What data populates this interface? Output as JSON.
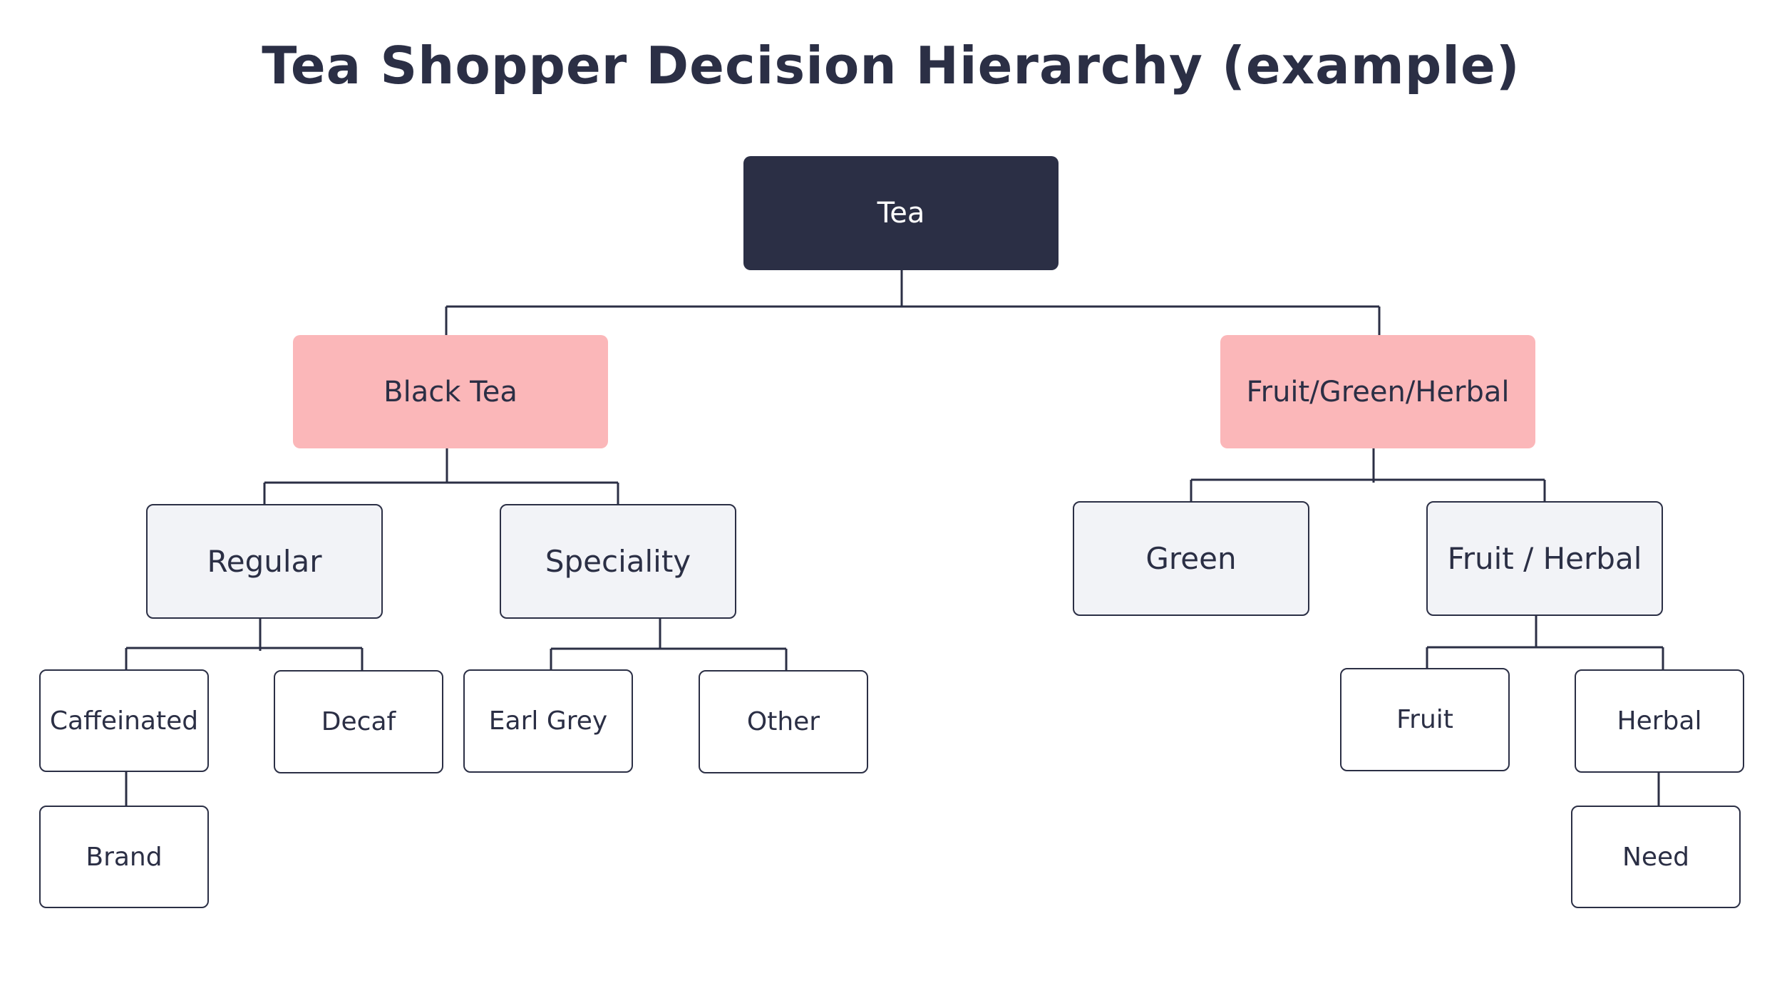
{
  "title": "Tea Shopper Decision Hierarchy (example)",
  "colors": {
    "root_fill": "#2b2f45",
    "level1_fill": "#fbb7b9",
    "level2_fill": "#f2f3f7",
    "leaf_fill": "#ffffff",
    "line": "#2b2f45"
  },
  "tree": {
    "root": "Tea",
    "black_tea": {
      "label": "Black Tea",
      "regular": {
        "label": "Regular",
        "caffeinated": "Caffeinated",
        "decaf": "Decaf",
        "brand": "Brand"
      },
      "speciality": {
        "label": "Speciality",
        "earl_grey": "Earl Grey",
        "other": "Other"
      }
    },
    "fruit_green_herbal": {
      "label": "Fruit/Green/Herbal",
      "green": "Green",
      "fruit_herbal": {
        "label": "Fruit / Herbal",
        "fruit": "Fruit",
        "herbal": "Herbal",
        "need": "Need"
      }
    }
  }
}
